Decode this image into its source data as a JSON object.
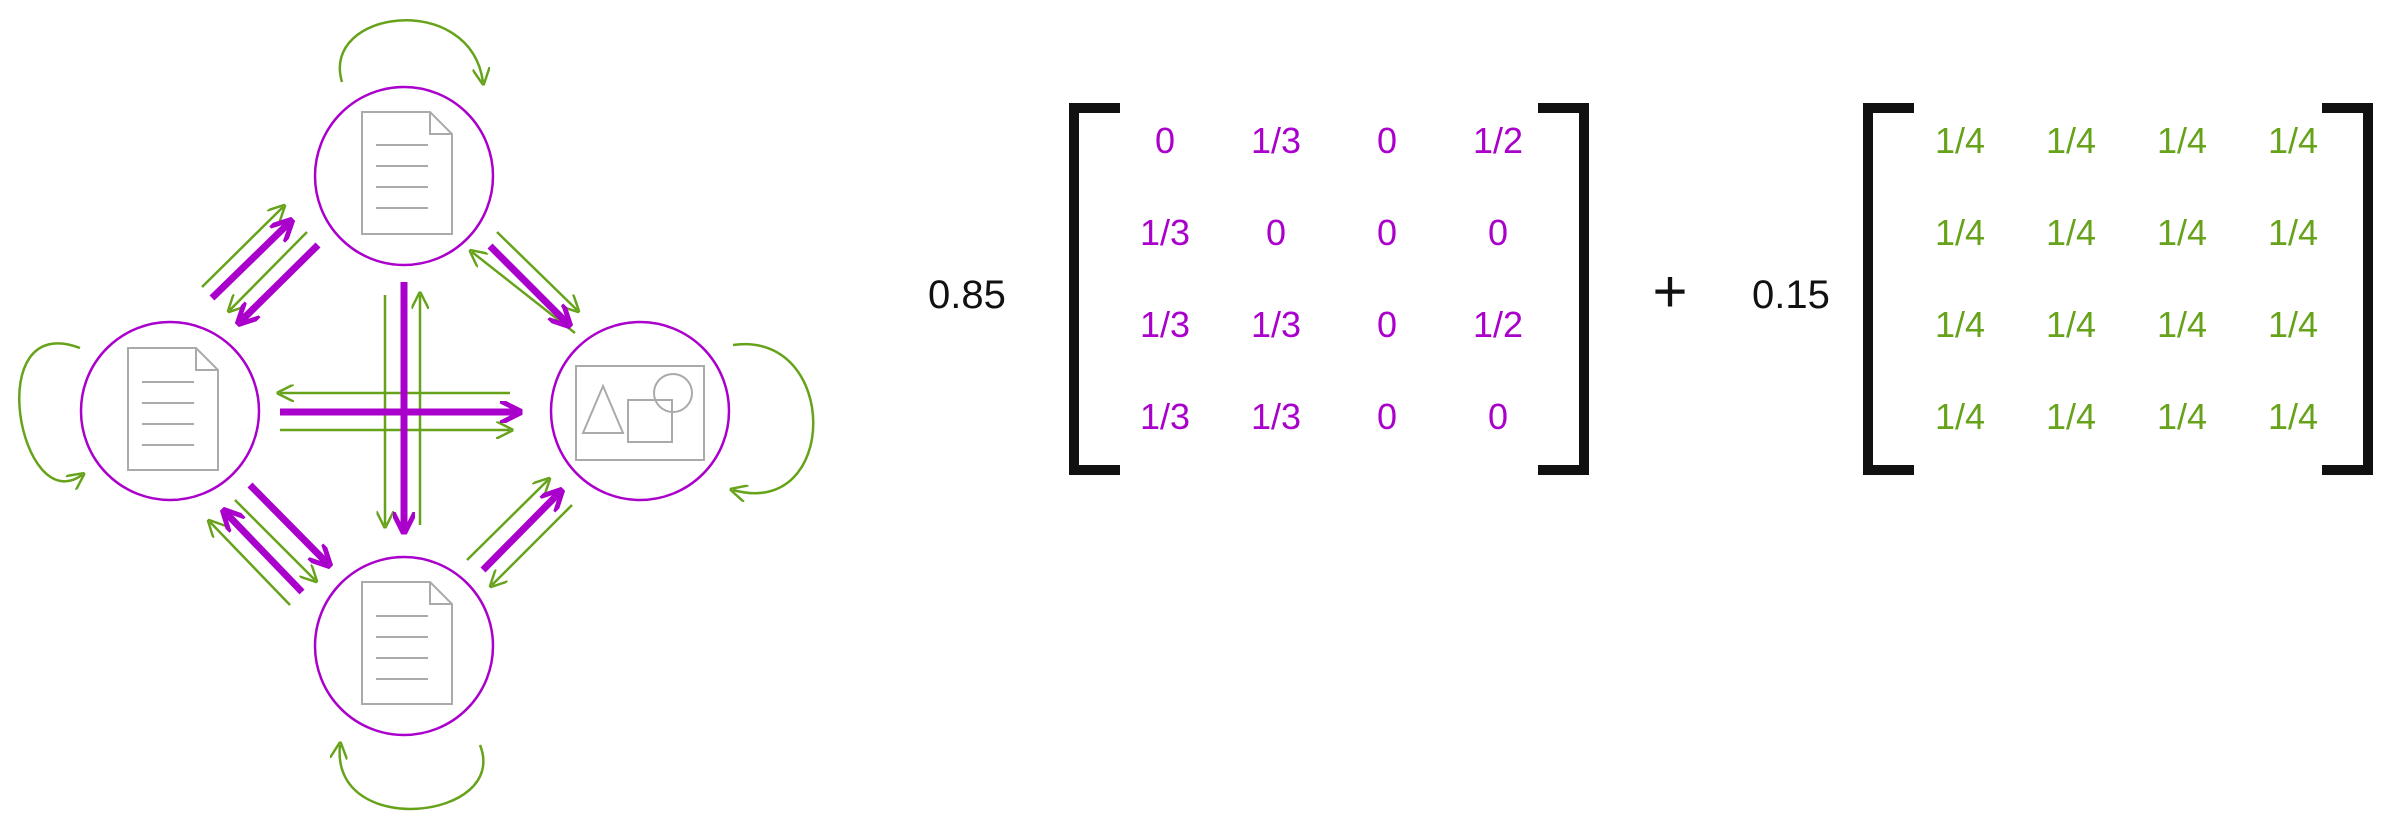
{
  "colors": {
    "link": "#aa00cc",
    "teleport": "#66a31a",
    "node_stroke": "#aa00cc",
    "icon": "#aaaaaa",
    "bracket": "#111111",
    "text": "#111111"
  },
  "nodes": [
    {
      "id": "top",
      "icon": "document-icon"
    },
    {
      "id": "left",
      "icon": "document-icon"
    },
    {
      "id": "right",
      "icon": "image-icon"
    },
    {
      "id": "bottom",
      "icon": "document-icon"
    }
  ],
  "equation": {
    "damping_label": "0.85",
    "plus_label": "+",
    "teleport_label": "0.15",
    "link_matrix": [
      [
        "0",
        "1/3",
        "0",
        "1/2"
      ],
      [
        "1/3",
        "0",
        "0",
        "0"
      ],
      [
        "1/3",
        "1/3",
        "0",
        "1/2"
      ],
      [
        "1/3",
        "1/3",
        "0",
        "0"
      ]
    ],
    "teleport_matrix": [
      [
        "1/4",
        "1/4",
        "1/4",
        "1/4"
      ],
      [
        "1/4",
        "1/4",
        "1/4",
        "1/4"
      ],
      [
        "1/4",
        "1/4",
        "1/4",
        "1/4"
      ],
      [
        "1/4",
        "1/4",
        "1/4",
        "1/4"
      ]
    ]
  }
}
